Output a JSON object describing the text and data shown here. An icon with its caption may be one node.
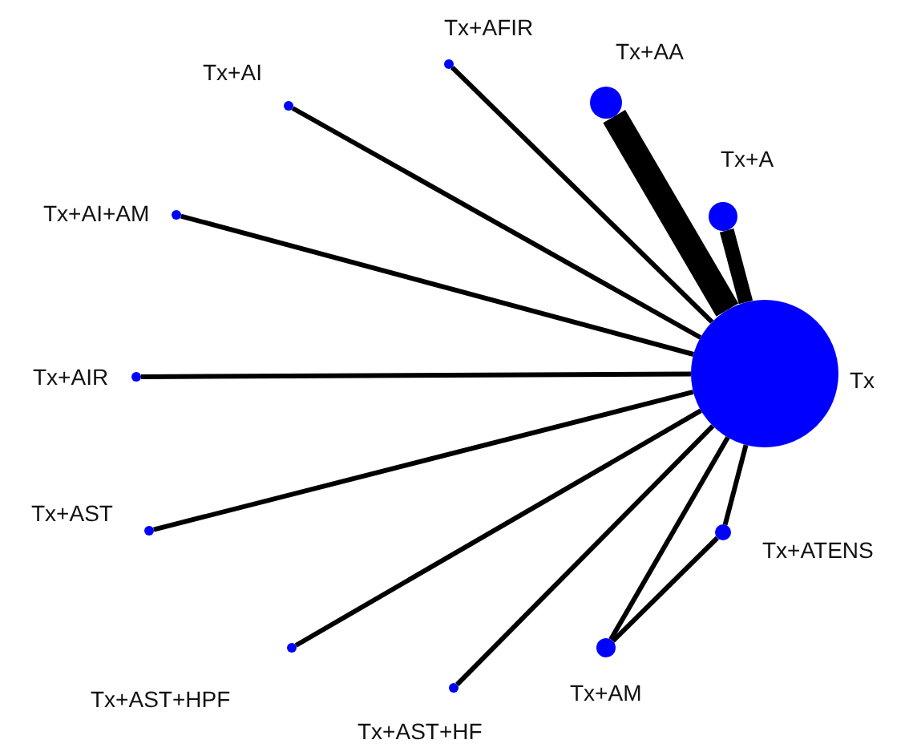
{
  "diagram": {
    "nodes": [
      {
        "text": [
          "Tx"
        ]
      },
      {
        "text": [
          "Tx+AFIR"
        ]
      },
      {
        "text": [
          "Tx+AA"
        ]
      },
      {
        "text": [
          "Tx+AI"
        ]
      },
      {
        "text": [
          "Tx+A"
        ]
      },
      {
        "text": [
          "Tx+AI+AM"
        ]
      },
      {
        "text": [
          "Tx+AIR"
        ]
      },
      {
        "text": [
          "Tx+AST"
        ]
      },
      {
        "text": [
          "Tx+ATENS"
        ]
      },
      {
        "text": [
          "Tx+AST+HPF"
        ]
      },
      {
        "text": [
          "Tx+AM"
        ]
      },
      {
        "text": [
          "Tx+AST+HF"
        ]
      }
    ],
    "edges": [
      {
        "from": 0,
        "to": 1,
        "arrow": "none"
      },
      {
        "from": 0,
        "to": 2,
        "arrow": "none",
        "style": "thick"
      },
      {
        "from": 0,
        "to": 3,
        "arrow": "none"
      },
      {
        "from": 0,
        "to": 4,
        "arrow": "none",
        "style": "thick"
      },
      {
        "from": 0,
        "to": 5,
        "arrow": "none"
      },
      {
        "from": 0,
        "to": 6,
        "arrow": "none"
      },
      {
        "from": 0,
        "to": 7,
        "arrow": "none"
      },
      {
        "from": 0,
        "to": 8,
        "arrow": "none"
      },
      {
        "from": 0,
        "to": 9,
        "arrow": "none"
      },
      {
        "from": 0,
        "to": 10,
        "arrow": "none"
      },
      {
        "from": 0,
        "to": 11,
        "arrow": "none"
      },
      {
        "from": 10,
        "to": 8,
        "arrow": "none"
      }
    ]
  }
}
